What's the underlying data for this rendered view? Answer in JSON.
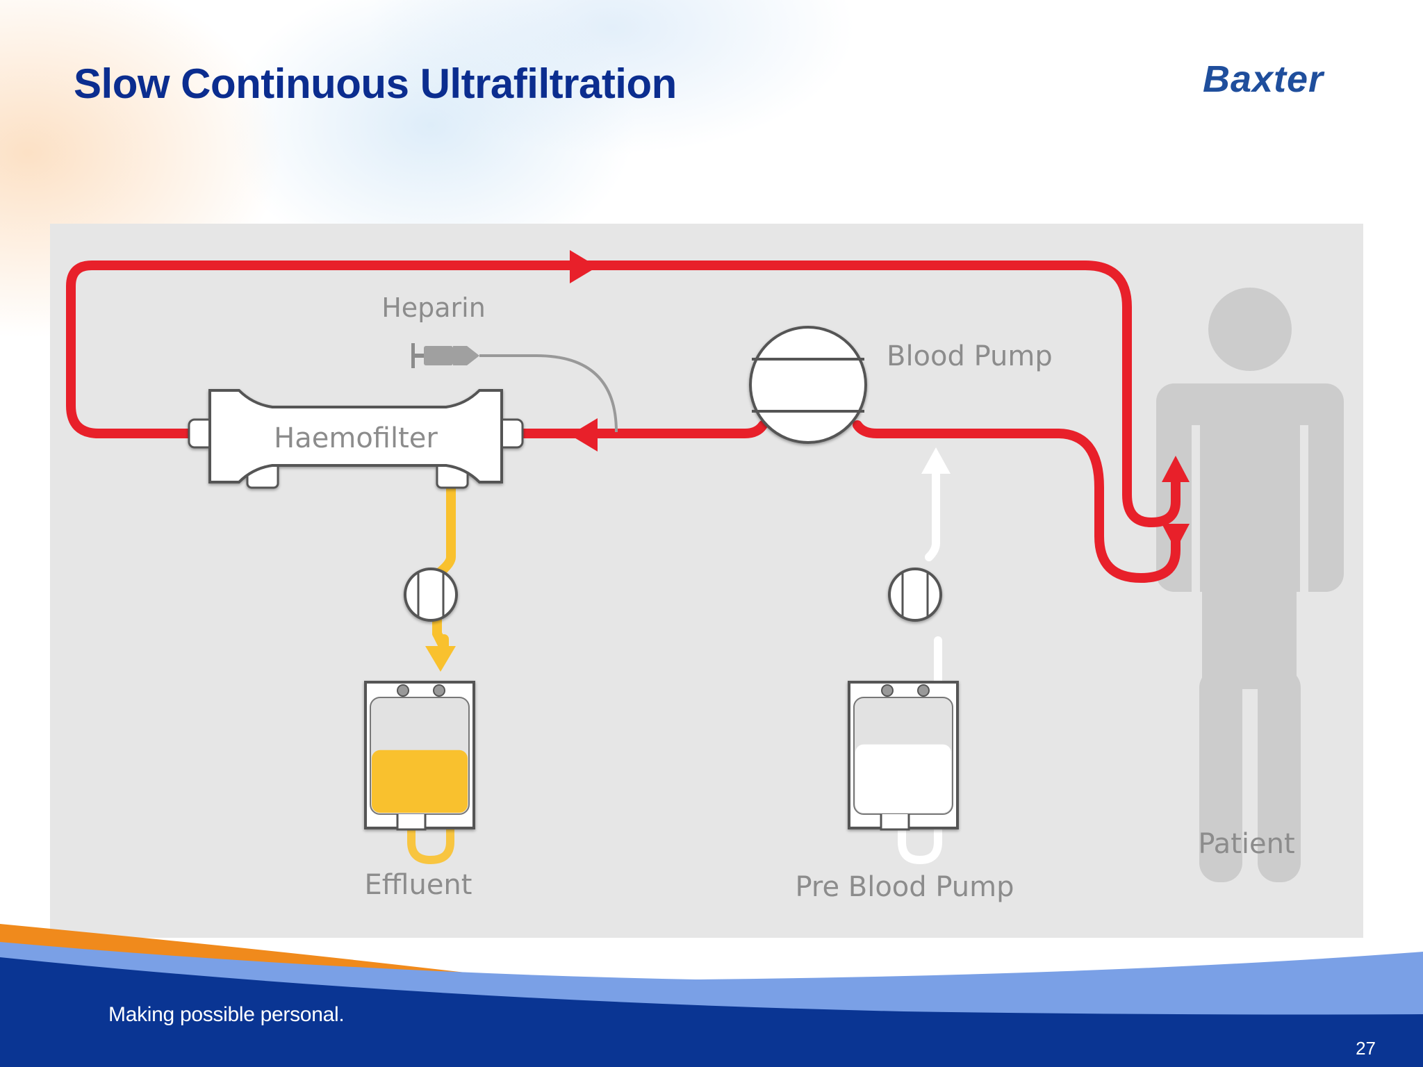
{
  "slide": {
    "title": "Slow Continuous Ultrafiltration",
    "logo_text": "Baxter",
    "tagline": "Making possible personal.",
    "page_number": "27"
  },
  "diagram": {
    "labels": {
      "heparin": "Heparin",
      "blood_pump": "Blood Pump",
      "haemofilter": "Haemofilter",
      "effluent": "Effluent",
      "pre_blood_pump": "Pre Blood Pump",
      "patient": "Patient"
    },
    "fill_levels": {
      "effluent_bag": 0.55,
      "pre_blood_pump_bag": 0.6
    }
  },
  "colors": {
    "title_blue": "#0b2d8f",
    "logo_blue": "#1f4e9c",
    "blood_line_red": "#e8202a",
    "effluent_yellow": "#f9c12e",
    "diagram_background": "#e6e6e6",
    "label_gray": "#8c8c8c",
    "patient_gray": "#cccccc",
    "footer_navy": "#0a3593",
    "footer_light_blue": "#7aa0e6",
    "footer_orange": "#f08a1c"
  },
  "icons": [
    "syringe-icon",
    "roller-pump-icon",
    "fluid-bag-icon",
    "person-icon",
    "flow-arrow-icon"
  ]
}
